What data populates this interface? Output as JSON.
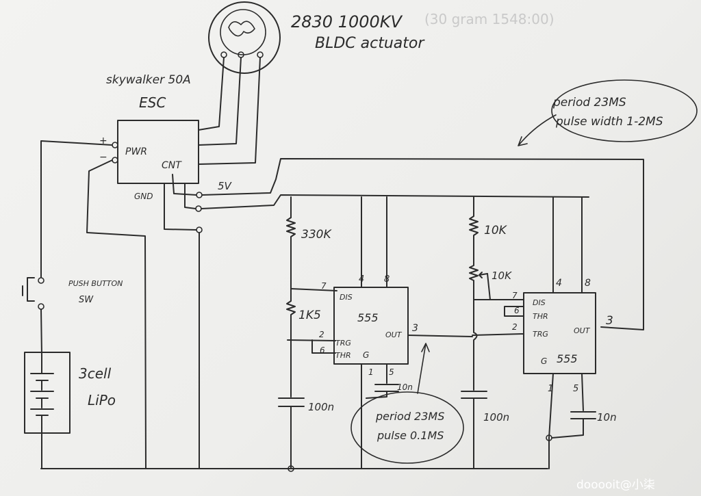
{
  "title_line1": "2830 1000KV",
  "title_line2": "BLDC actuator",
  "faint_note": "(30 gram 1548:00)",
  "esc": {
    "name": "skywalker 50A",
    "type": "ESC",
    "pwr": "PWR",
    "cnt": "CNT",
    "plus": "+",
    "minus": "−"
  },
  "gnd_label": "GND",
  "v5_label": "5V",
  "battery": {
    "line1": "3cell",
    "line2": "LiPo"
  },
  "button": {
    "line1": "PUSH BUTTON",
    "line2": "SW"
  },
  "left_timer": {
    "chip": "555",
    "out": "OUT",
    "dis": "DIS",
    "trg": "TRG",
    "thr": "THR",
    "gnd": "G",
    "r1": "330K",
    "r2": "1K5",
    "c1": "100n",
    "c2": "10n",
    "pin7": "7",
    "pin2": "2",
    "pin6": "6",
    "pin4": "4",
    "pin8": "8",
    "pin3": "3",
    "pin1": "1",
    "pin5": "5"
  },
  "right_timer": {
    "chip": "555",
    "out": "OUT",
    "dis": "DIS",
    "thr": "THR",
    "trg": "TRG",
    "gnd": "G",
    "r1": "10K",
    "pot": "10K",
    "c1": "100n",
    "c2": "10n",
    "pin7": "7",
    "pin6": "6",
    "pin2": "2",
    "pin4": "4",
    "pin8": "8",
    "pin3": "3",
    "pin1": "1",
    "pin5": "5"
  },
  "note_top": {
    "line1": "period 23MS",
    "line2": "pulse width 1-2MS"
  },
  "note_bottom": {
    "line1": "period 23MS",
    "line2": "pulse 0.1MS"
  },
  "watermark": "dooooit@小柒"
}
